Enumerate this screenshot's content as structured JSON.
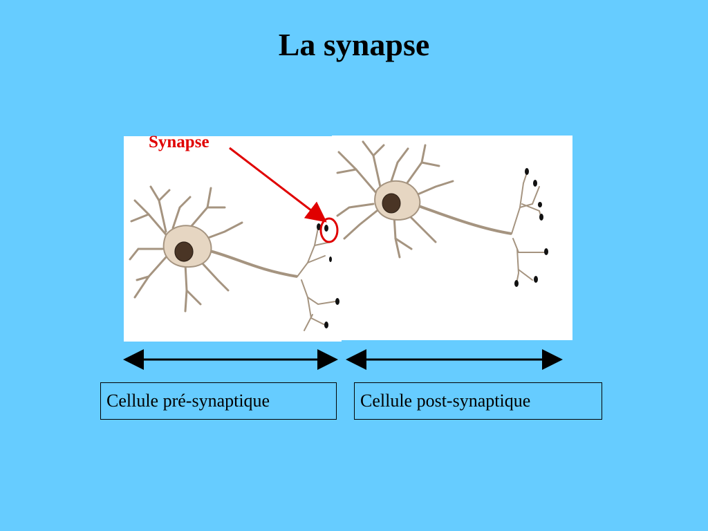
{
  "title": "La synapse",
  "synapse_label": "Synapse",
  "cells": {
    "pre": "Cellule pré-synaptique",
    "post": "Cellule post-synaptique"
  },
  "colors": {
    "background": "#66ccff",
    "highlight": "#e00000",
    "neuron_body": "#d8c4ab",
    "nucleus": "#4a3525"
  }
}
